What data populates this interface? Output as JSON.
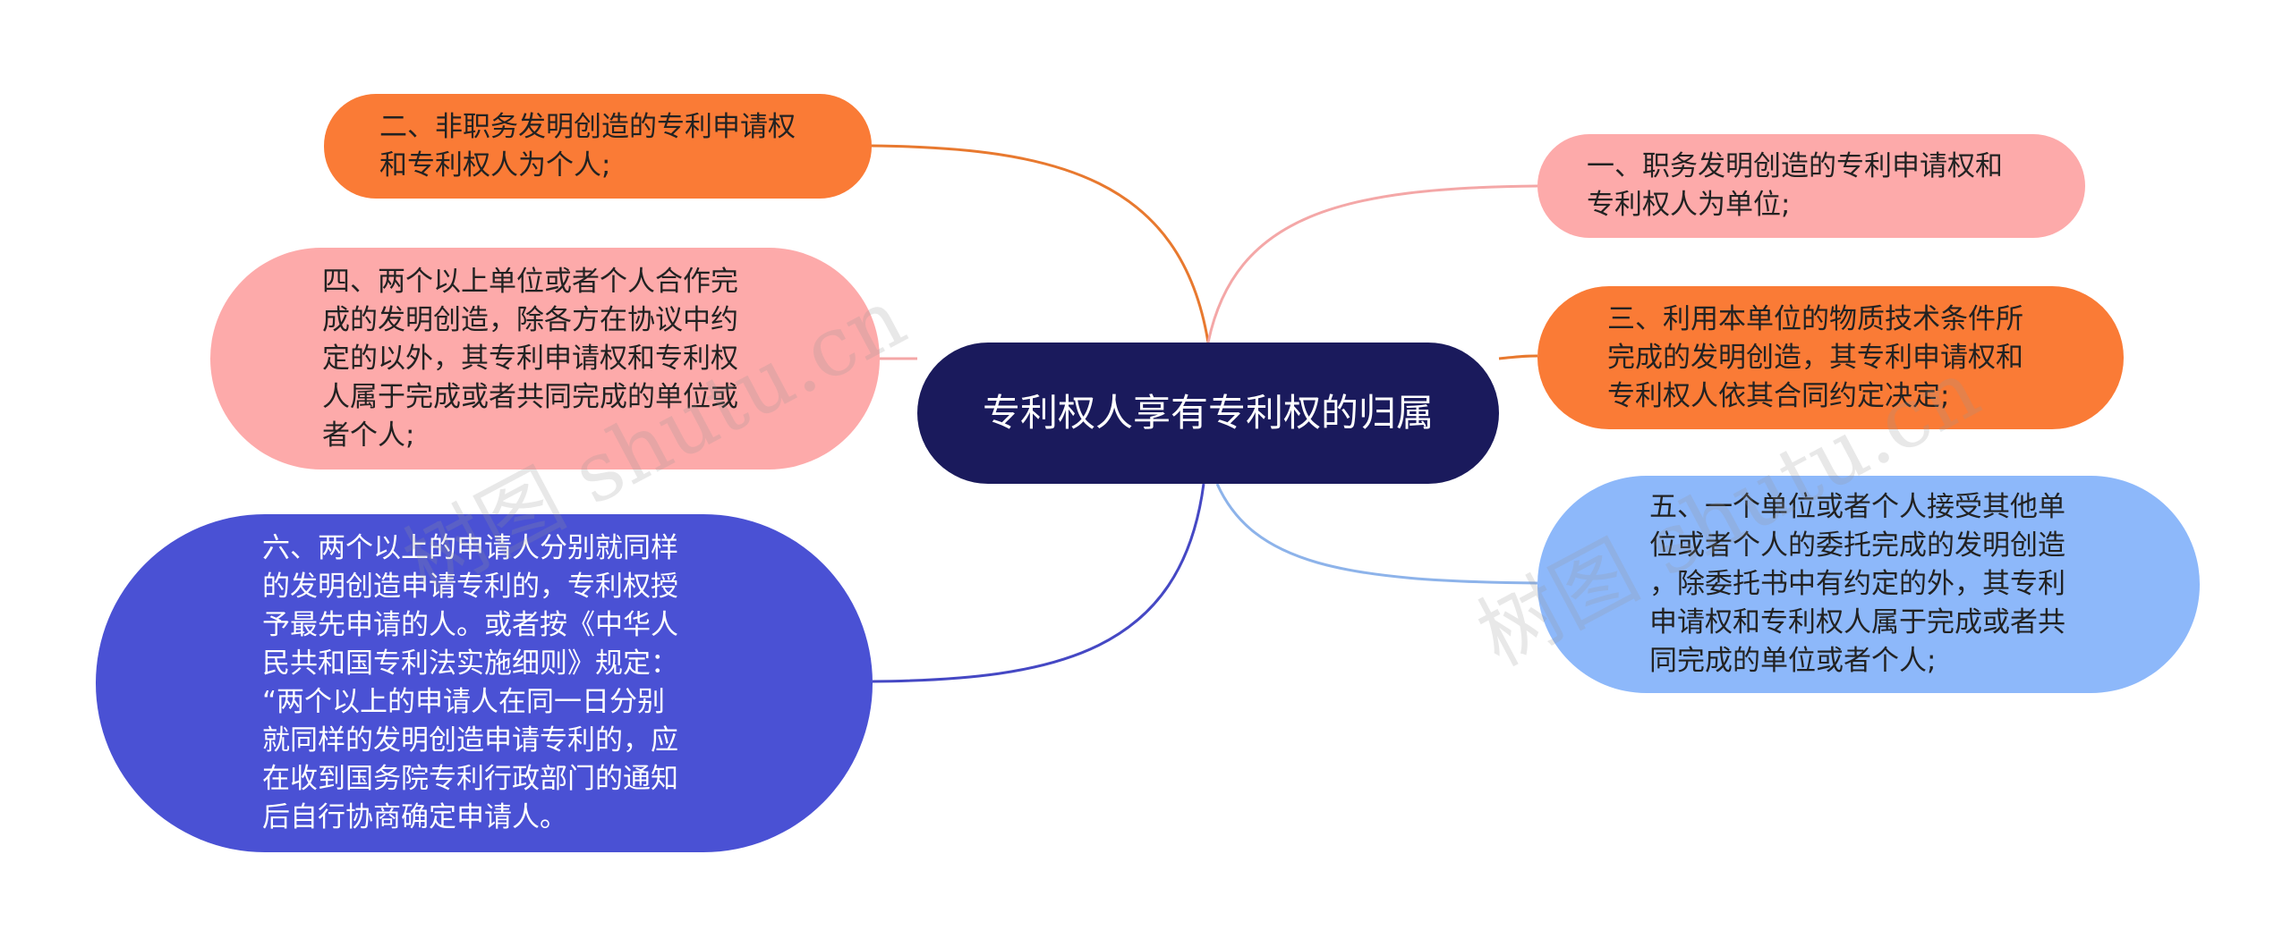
{
  "root": {
    "label": "专利权人享有专利权的归属"
  },
  "branches": {
    "n1": {
      "label": "一、职务发明创造的专利申请权和\n专利权人为单位;",
      "color": "#fdaaaa",
      "link_color": "#f4a7a7"
    },
    "n2": {
      "label": "二、非职务发明创造的专利申请权\n和专利权人为个人;",
      "color": "#fa7b36",
      "link_color": "#e8792f"
    },
    "n3": {
      "label": "三、利用本单位的物质技术条件所\n完成的发明创造，其专利申请权和\n专利权人依其合同约定决定;",
      "color": "#fa7b36",
      "link_color": "#e8792f"
    },
    "n4": {
      "label": "四、两个以上单位或者个人合作完\n成的发明创造，除各方在协议中约\n定的以外，其专利申请权和专利权\n人属于完成或者共同完成的单位或\n者个人;",
      "color": "#fdaaaa",
      "link_color": "#f4a7a7"
    },
    "n5": {
      "label": "五、一个单位或者个人接受其他单\n位或者个人的委托完成的发明创造\n，除委托书中有约定的外，其专利\n申请权和专利权人属于完成或者共\n同完成的单位或者个人;",
      "color": "#8db8fa",
      "link_color": "#8db3ea"
    },
    "n6": {
      "label": "六、两个以上的申请人分别就同样\n的发明创造申请专利的，专利权授\n予最先申请的人。或者按《中华人\n民共和国专利法实施细则》规定：\n“两个以上的申请人在同一日分别\n就同样的发明创造申请专利的，应\n在收到国务院专利行政部门的通知\n后自行协商确定申请人。",
      "color": "#4a51d4",
      "link_color": "#4548c4"
    }
  },
  "watermarks": [
    "树图 shutu.cn",
    "树图 shutu.cn"
  ]
}
